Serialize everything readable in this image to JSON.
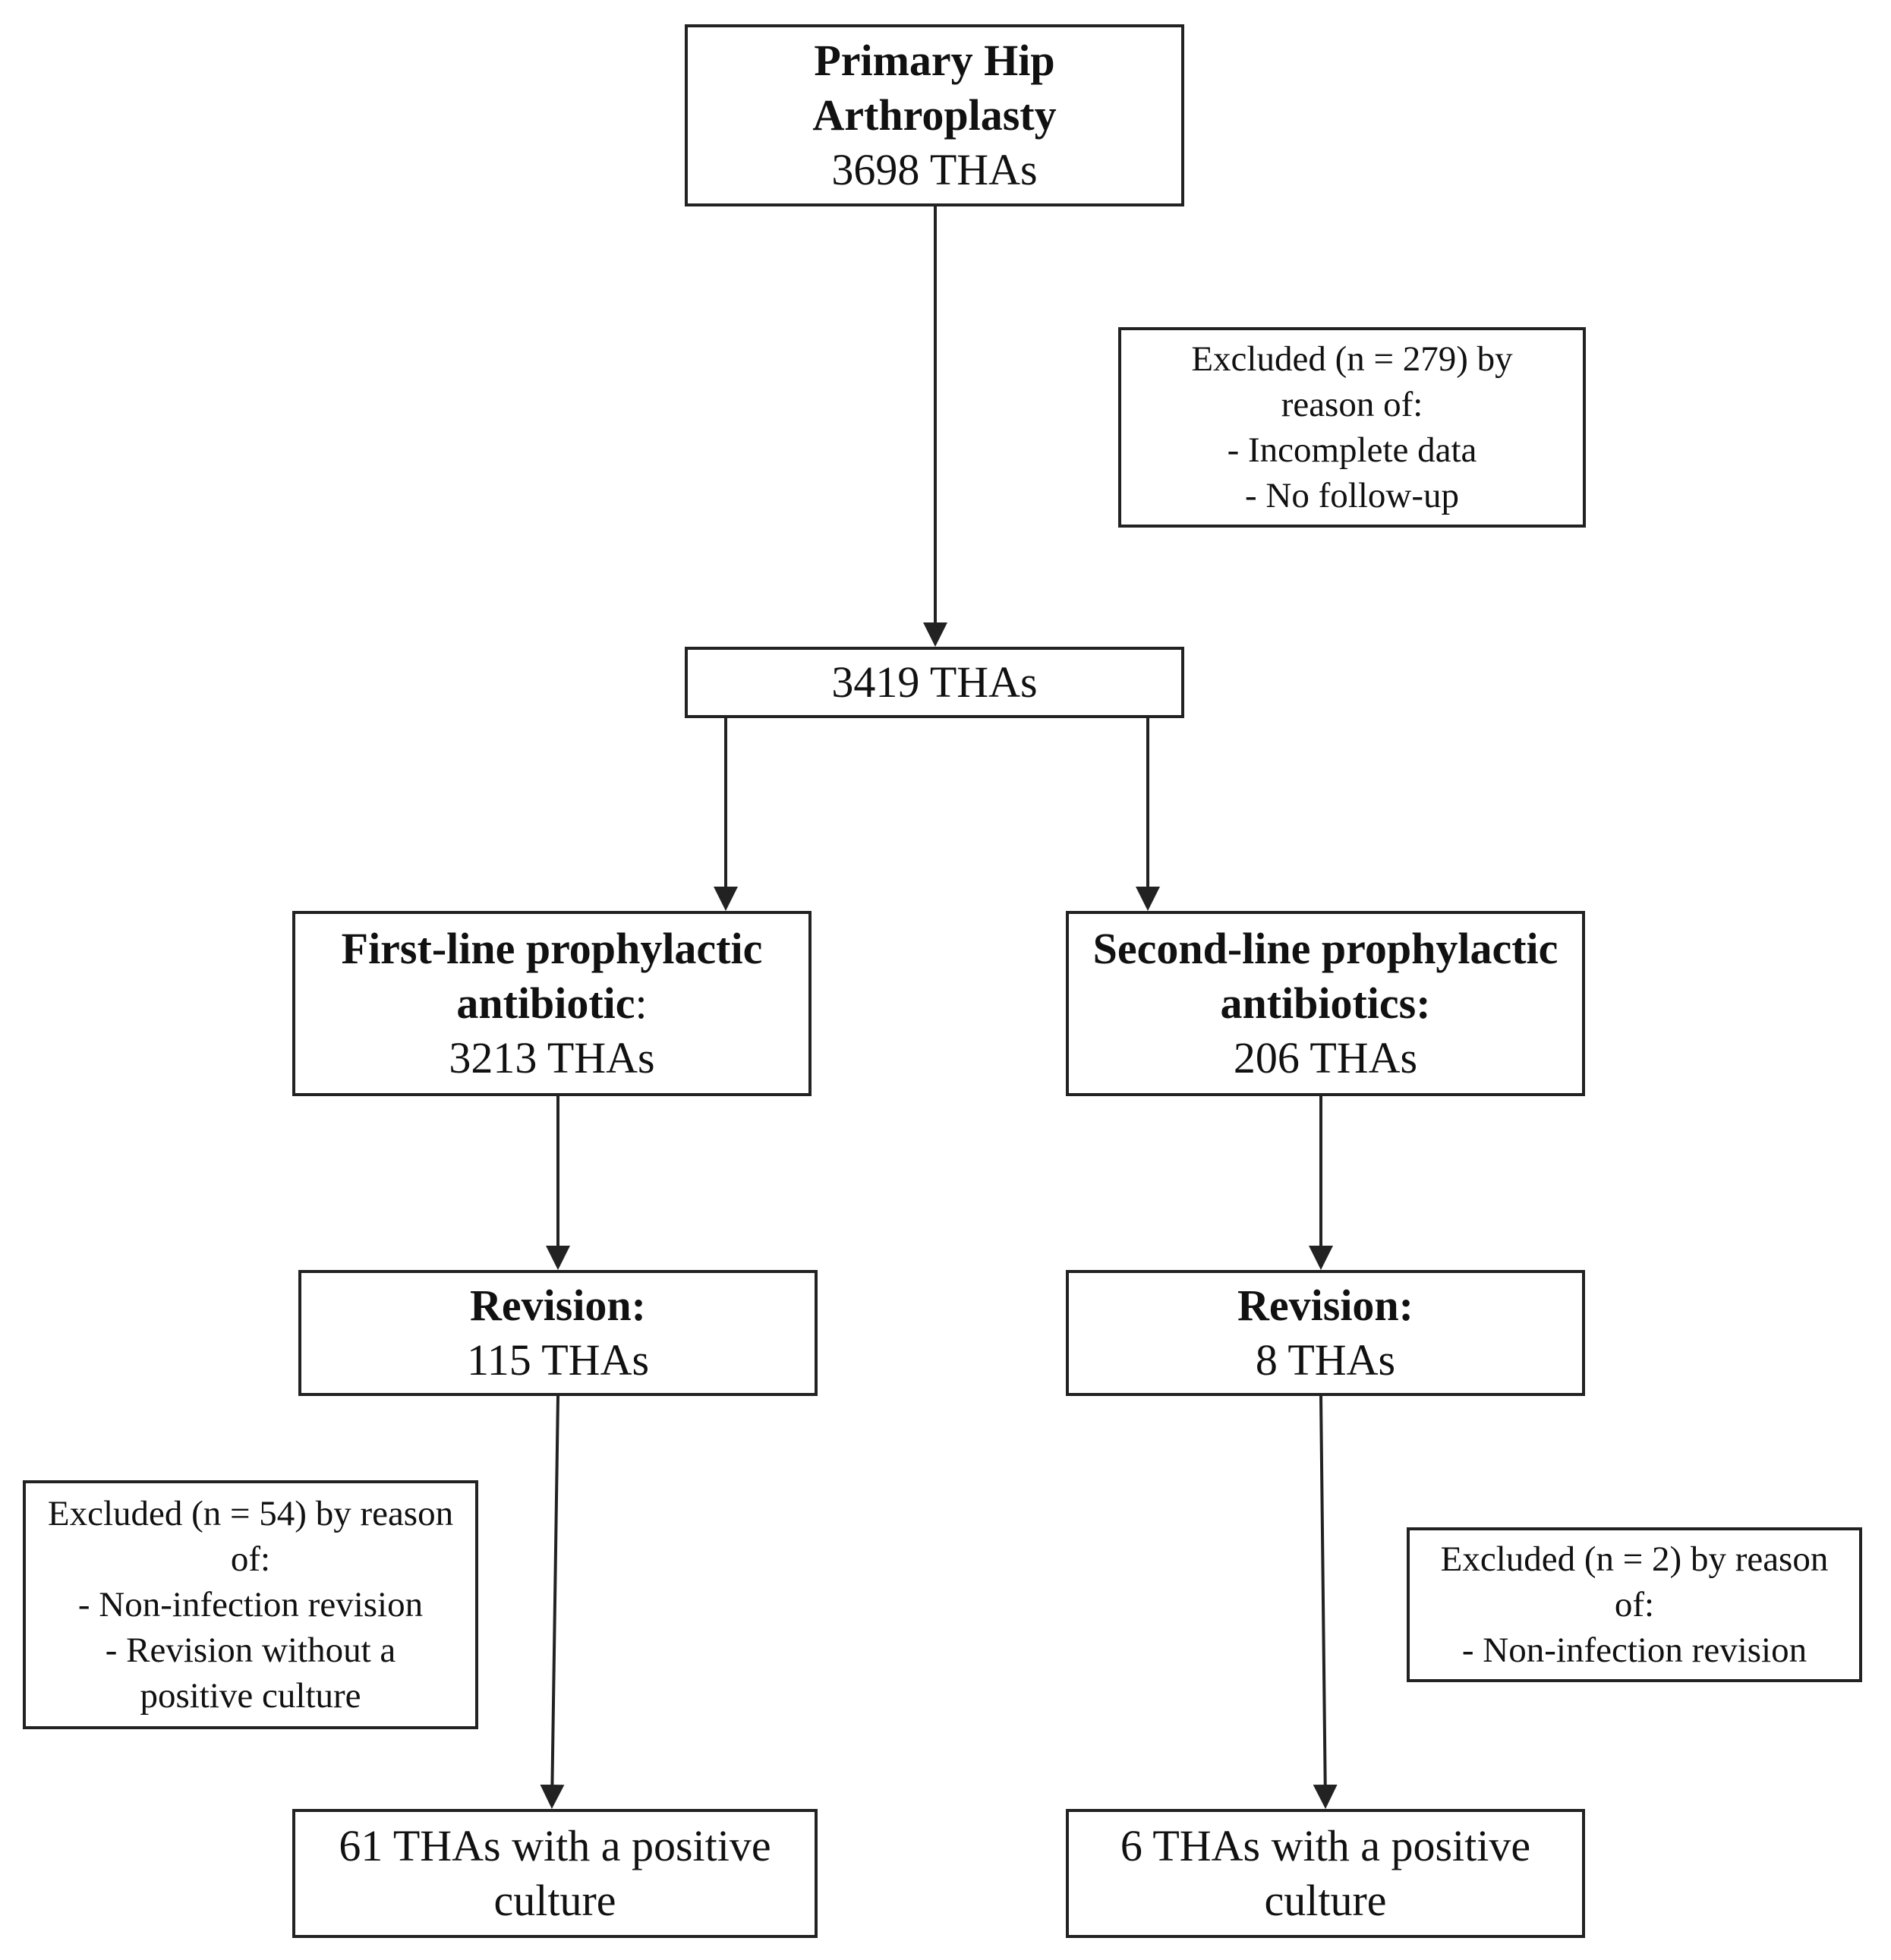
{
  "flowchart": {
    "primary": {
      "title_lines": [
        "Primary Hip",
        "Arthroplasty"
      ],
      "count": "3698 THAs"
    },
    "excluded_top": {
      "lines": [
        "Excluded (n = 279) by",
        "reason of:",
        "- Incomplete data",
        "- No follow-up"
      ]
    },
    "cohort": {
      "count": "3419 THAs"
    },
    "first_line": {
      "title_lines": [
        "First-line prophylactic",
        "antibiotic"
      ],
      "title_suffix": ":",
      "count": "3213 THAs"
    },
    "second_line": {
      "title_lines": [
        "Second-line prophylactic",
        "antibiotics:"
      ],
      "count": "206 THAs"
    },
    "revision_first": {
      "title": "Revision:",
      "count": "115 THAs"
    },
    "revision_second": {
      "title": "Revision:",
      "count": "8 THAs"
    },
    "excluded_first": {
      "lines": [
        "Excluded (n = 54) by reason",
        "of:",
        "- Non-infection revision",
        "- Revision without a",
        "positive culture"
      ]
    },
    "excluded_second": {
      "lines": [
        "Excluded (n = 2) by reason",
        "of:",
        "- Non-infection revision"
      ]
    },
    "final_first": {
      "lines": [
        "61 THAs with a positive",
        "culture"
      ]
    },
    "final_second": {
      "lines": [
        "6 THAs with a positive",
        "culture"
      ]
    }
  }
}
